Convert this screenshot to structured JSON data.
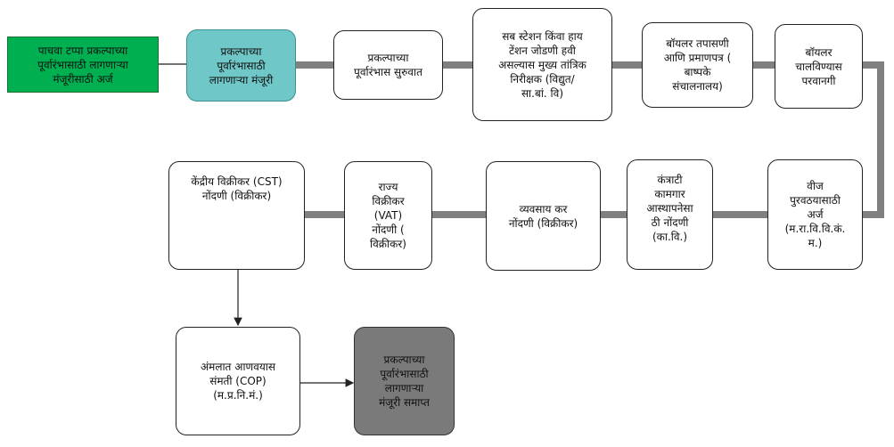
{
  "flowchart": {
    "nodes": {
      "n1": "पाचवा टप्पा प्रकल्पाच्या\nपूर्वारंभासाठी लागणाऱ्या\nमंजूरीसाठी अर्ज",
      "n2": "प्रकल्पाच्या\nपूर्वारंभासाठी\nलागणाऱ्या मंजूरी",
      "n3": "प्रकल्पाच्या\nपूर्वारंभास सुरुवात",
      "n4": "सब स्टेशन किंवा हाय\nटेंशन जोडणी हवी\nअसल्यास मुख्य तांत्रिक\nनिरीक्षक (विद्युत/\nसा.बां. वि)",
      "n5": "बॉयलर तपासणी\nआणि प्रमाणपत्र (\nबाष्पके\nसंचालनालय)",
      "n6": "बॉयलर\nचालविण्यास\nपरवानगी",
      "n7": "वीज\nपुरवठयासाठी\nअर्ज\n(म.रा.वि.वि.कं.\nम.)",
      "n8": "कंत्राटी\nकामगार\nआस्थापनेसा\nठी नोंदणी\n(का.वि.)",
      "n9": "व्यवसाय कर\nनोंदणी (विक्रीकर)",
      "n10": "राज्य\nविक्रीकर\n(VAT)\nनोंदणी (\nविक्रीकर)",
      "n11": "केंद्रीय विक्रीकर (CST)\nनोंदणी (विक्रीकर)",
      "n12": "अंमलात आणवयास\nसंमती (COP)\n(म.प्र.नि.मं.)",
      "n13": "प्रकल्पाच्या\nपूर्वारंभासाठी\nलागणाऱ्या\nमंजूरी समाप्त"
    },
    "colors": {
      "green": "#00b050",
      "teal": "#6fc7c8",
      "gray": "#7a7a7a",
      "connector": "#808080"
    }
  }
}
